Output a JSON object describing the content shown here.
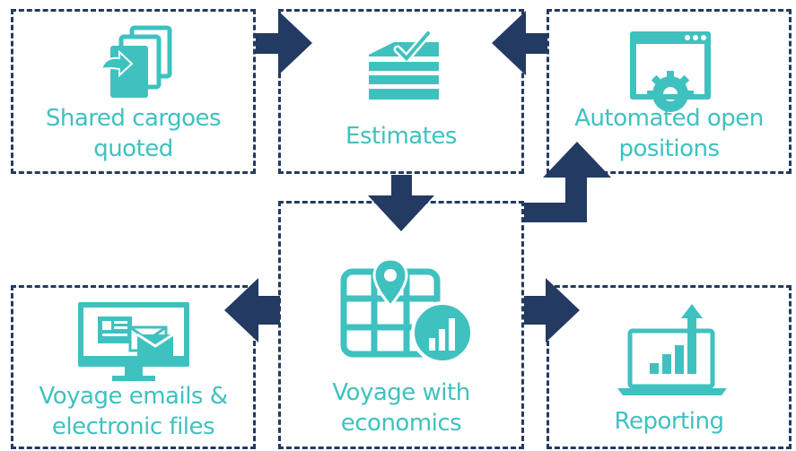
{
  "colors": {
    "teal": "#3fc1c0",
    "navy": "#233a62",
    "background": "#ffffff"
  },
  "nodes": [
    {
      "id": "shared-cargoes",
      "icon": "documents-icon",
      "label_lines": [
        "Shared cargoes",
        "quoted"
      ]
    },
    {
      "id": "estimates",
      "icon": "checked-stack-icon",
      "label_lines": [
        "Estimates"
      ]
    },
    {
      "id": "automated-open-positions",
      "icon": "browser-gear-icon",
      "label_lines": [
        "Automated open",
        "positions"
      ]
    },
    {
      "id": "voyage-with-economics",
      "icon": "map-pin-chart-icon",
      "label_lines": [
        "Voyage with",
        "economics"
      ]
    },
    {
      "id": "voyage-emails",
      "icon": "monitor-mail-icon",
      "label_lines": [
        "Voyage emails &",
        "electronic files"
      ]
    },
    {
      "id": "reporting",
      "icon": "laptop-growth-chart-icon",
      "label_lines": [
        "Reporting"
      ]
    }
  ],
  "edges": [
    {
      "from": "shared-cargoes",
      "to": "estimates"
    },
    {
      "from": "automated-open-positions",
      "to": "estimates"
    },
    {
      "from": "estimates",
      "to": "voyage-with-economics"
    },
    {
      "from": "voyage-with-economics",
      "to": "automated-open-positions"
    },
    {
      "from": "voyage-with-economics",
      "to": "voyage-emails"
    },
    {
      "from": "voyage-with-economics",
      "to": "reporting"
    }
  ]
}
